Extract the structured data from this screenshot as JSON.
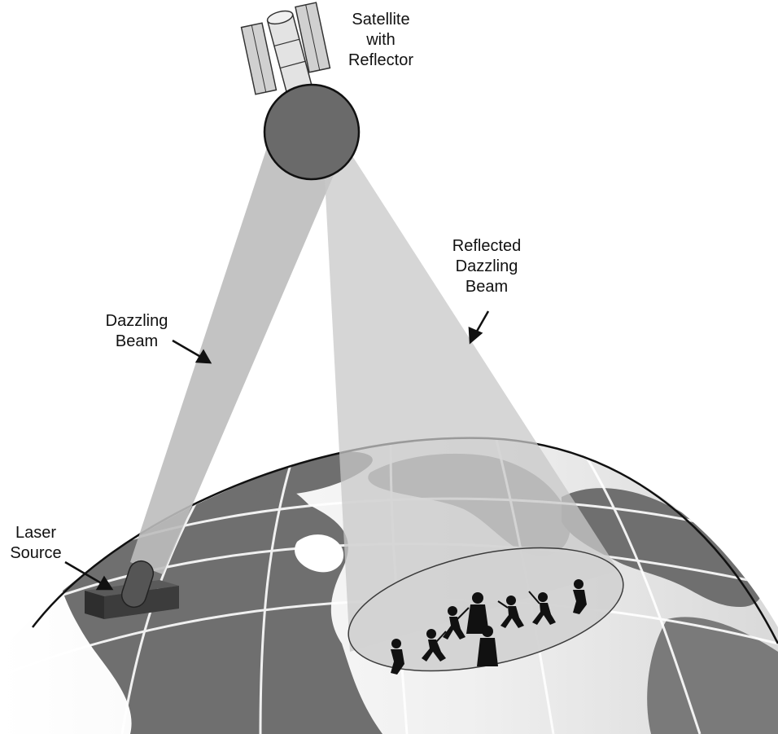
{
  "labels": {
    "satellite": [
      "Satellite",
      "with",
      "Reflector"
    ],
    "dazzling_beam": [
      "Dazzling",
      "Beam"
    ],
    "reflected_beam": [
      "Reflected",
      "Dazzling",
      "Beam"
    ],
    "laser_source": [
      "Laser",
      "Source"
    ]
  },
  "colors": {
    "background": "#ffffff",
    "globe_ocean": "#f2f2f2",
    "land": "#6f6f6f",
    "land_light": "#9a9a9a",
    "beam": "#bdbdbd",
    "satellite_body": "#6a6a6a",
    "laser_box": "#3c3c3c",
    "target_area": "#d3d3d3",
    "silhouette": "#111111"
  }
}
